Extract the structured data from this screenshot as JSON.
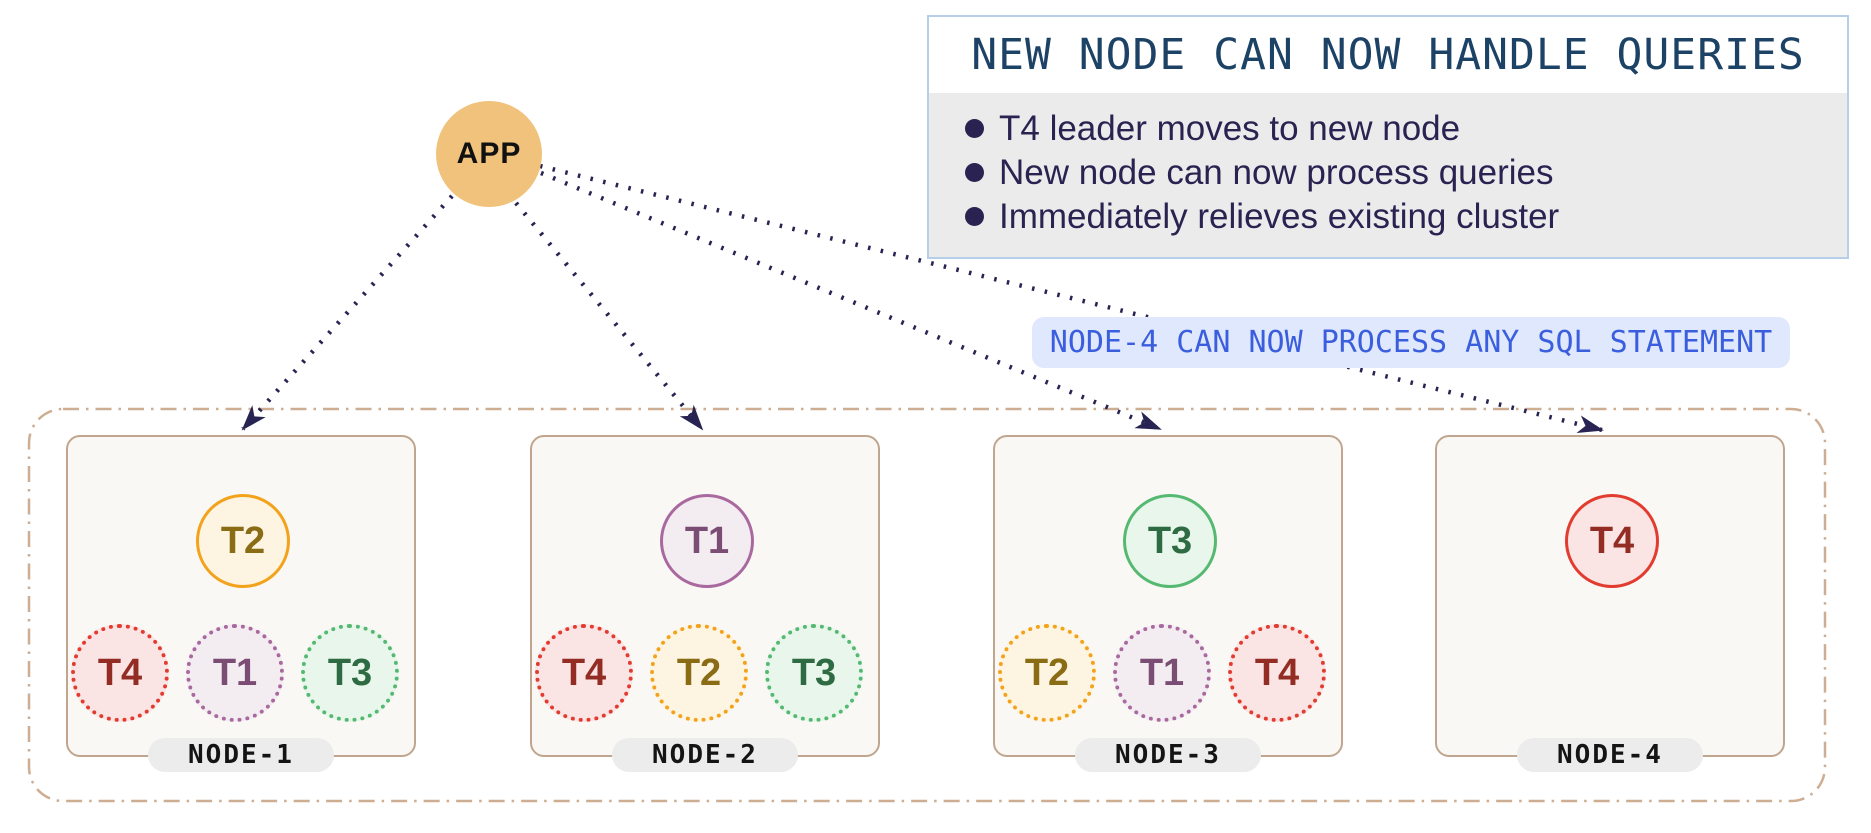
{
  "app": {
    "label": "APP"
  },
  "info_box": {
    "title": "NEW NODE CAN NOW HANDLE QUERIES",
    "bullets": [
      "T4 leader moves to new node",
      "New node can now process queries",
      "Immediately relieves existing cluster"
    ]
  },
  "callout": {
    "label": "NODE-4 CAN NOW PROCESS ANY SQL STATEMENT"
  },
  "nodes": [
    {
      "name": "NODE-1",
      "leader": "T2",
      "followers": [
        "T4",
        "T1",
        "T3"
      ]
    },
    {
      "name": "NODE-2",
      "leader": "T1",
      "followers": [
        "T4",
        "T2",
        "T3"
      ]
    },
    {
      "name": "NODE-3",
      "leader": "T3",
      "followers": [
        "T2",
        "T1",
        "T4"
      ]
    },
    {
      "name": "NODE-4",
      "leader": "T4",
      "followers": []
    }
  ],
  "colors": {
    "arrow_navy": "#272352",
    "title_blue": "#1c4266",
    "bullet_indigo": "#2a2351",
    "callout_text": "#3b5ede",
    "callout_bg": "#dfe8fc",
    "app_fill": "#f1c27b",
    "cluster_dash_border": "#cdae92",
    "card_border": "#c1a68f",
    "card_bg": "#faf8f4",
    "pill_bg": "#ececec",
    "tablets": {
      "T1": {
        "border": "#a9699f",
        "fill": "#f3edf2",
        "text": "#7b4d74"
      },
      "T2": {
        "border": "#f3a21c",
        "fill": "#fdf4e1",
        "text": "#8a6c15"
      },
      "T3": {
        "border": "#55b971",
        "fill": "#e8f6ec",
        "text": "#2f6b42"
      },
      "T4": {
        "border": "#e23b2f",
        "fill": "#fae4e4",
        "text": "#932d24"
      }
    }
  }
}
